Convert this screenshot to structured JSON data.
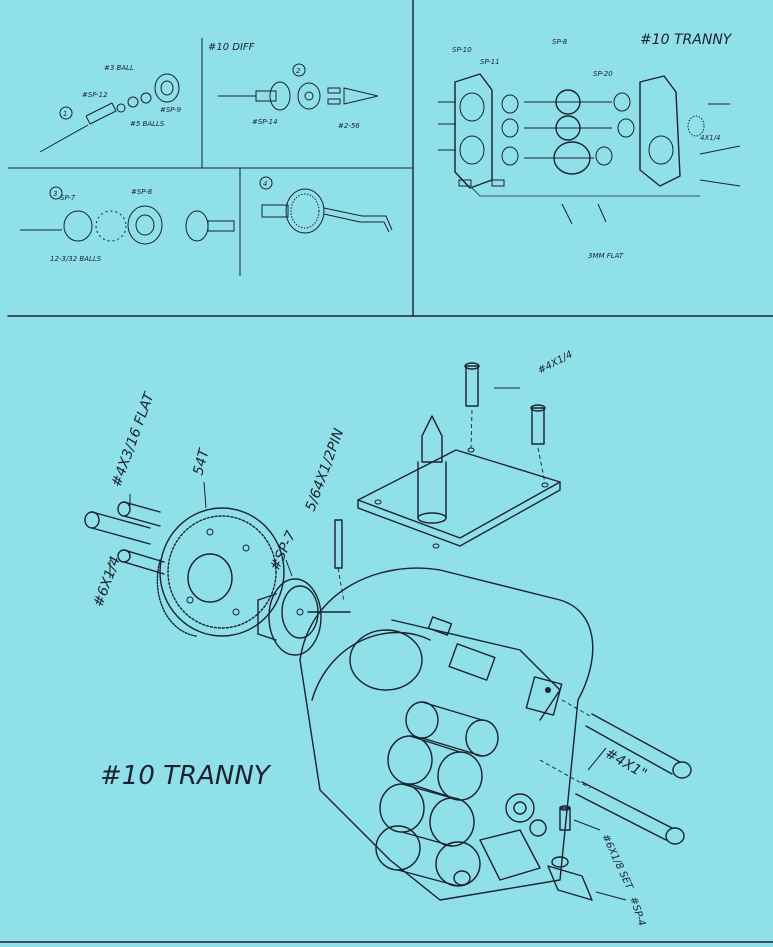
{
  "top_right": {
    "title": "#10 TRANNY",
    "callouts": [
      "SP-10",
      "SP-11",
      "SP-8",
      "SP-20",
      "3MM FLAT",
      "4X1/4"
    ]
  },
  "top_left": {
    "diff_title": "#10 DIFF",
    "step_numbers": [
      "1",
      "2",
      "3",
      "4"
    ],
    "callouts": [
      "#3 BALL",
      "#SP-12",
      "#5 BALLS",
      "#SP-9",
      "#SP-14",
      "#2-56",
      "#SP-8",
      "12-3/32 BALLS",
      "SP-7"
    ]
  },
  "main": {
    "title": "#10 TRANNY",
    "callouts": {
      "screw_top": "#4X1/4",
      "flat_screws": "#4X3/16 FLAT",
      "gear_teeth": "54T",
      "pin": "5/64X1/2PIN",
      "spur_hub": "#SP-7",
      "side_screw": "#6X1/4",
      "long_screw": "#4X1\"",
      "set_screw": "#6X1/8 SET",
      "output_sleeve": "#SP-4"
    }
  }
}
